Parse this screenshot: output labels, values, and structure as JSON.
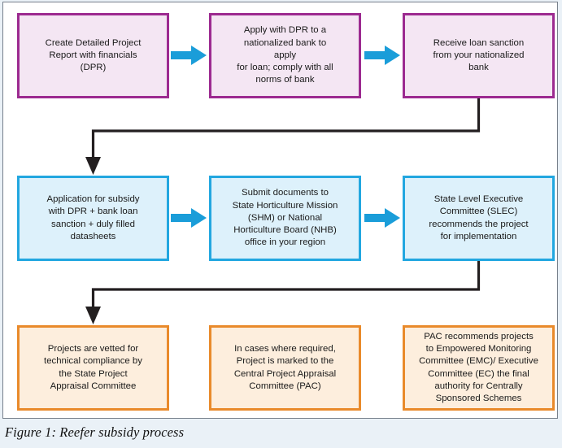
{
  "figure": {
    "caption": "Figure 1: Reefer subsidy process",
    "frame_border_color": "#77808c",
    "page_background": "#eaf1f7",
    "canvas_background": "#ffffff"
  },
  "palette": {
    "purple_border": "#9c2a90",
    "purple_fill": "#f4e6f3",
    "blue_border": "#22a7e0",
    "blue_fill": "#ddf1fb",
    "orange_border": "#e98a2b",
    "orange_fill": "#fdeedd",
    "arrow_blue": "#1a9dd9",
    "connector_black": "#231f20"
  },
  "chart_data": {
    "type": "diagram",
    "title": "Figure 1: Reefer subsidy process",
    "flow_direction": "left-to-right, serpentine by row",
    "rows": [
      {
        "index": 1,
        "color_group": "purple",
        "nodes": [
          "Create Detailed Project\nReport with financials\n(DPR)",
          "Apply with DPR to a\nnationalized bank to\napply\nfor loan; comply with all\nnorms of bank",
          "Receive loan sanction\nfrom your nationalized\nbank"
        ]
      },
      {
        "index": 2,
        "color_group": "blue",
        "nodes": [
          "Application for subsidy\nwith DPR + bank loan\nsanction + duly filled\ndatasheets",
          "Submit documents to\nState Horticulture Mission\n(SHM) or National\nHorticulture Board (NHB)\noffice in your region",
          "State Level Executive\nCommittee (SLEC)\nrecommends the project\nfor implementation"
        ]
      },
      {
        "index": 3,
        "color_group": "orange",
        "nodes": [
          "Projects are vetted for\ntechnical compliance by\nthe State Project\nAppraisal Committee",
          "In cases where required,\nProject is marked to the\nCentral Project Appraisal\nCommittee (PAC)",
          "PAC recommends projects\nto Empowered Monitoring\nCommittee (EMC)/ Executive\nCommittee (EC) the final\nauthority for Centrally\nSponsored Schemes"
        ]
      }
    ],
    "edges": [
      {
        "from": "node-dpr",
        "to": "node-bank-apply",
        "style": "blue-block-arrow-right"
      },
      {
        "from": "node-bank-apply",
        "to": "node-loan-sanction",
        "style": "blue-block-arrow-right"
      },
      {
        "from": "node-loan-sanction",
        "to": "node-subsidy-app",
        "style": "black-elbow-down-left-down"
      },
      {
        "from": "node-subsidy-app",
        "to": "node-submit-docs",
        "style": "blue-block-arrow-right"
      },
      {
        "from": "node-submit-docs",
        "to": "node-slec",
        "style": "blue-block-arrow-right"
      },
      {
        "from": "node-slec",
        "to": "node-vetting",
        "style": "black-elbow-down-left-down"
      }
    ]
  },
  "nodes": {
    "dpr": "Create Detailed Project\nReport with financials\n(DPR)",
    "bank_apply": "Apply with DPR to a\nnationalized bank to\napply\nfor loan; comply with all\nnorms of bank",
    "loan_sanction": "Receive loan sanction\nfrom your nationalized\nbank",
    "subsidy_app": "Application for subsidy\nwith DPR + bank loan\nsanction + duly filled\ndatasheets",
    "submit_docs": "Submit documents to\nState Horticulture Mission\n(SHM) or National\nHorticulture Board (NHB)\noffice in your region",
    "slec": "State Level Executive\nCommittee (SLEC)\nrecommends the project\nfor implementation",
    "vetting": "Projects are vetted for\ntechnical compliance by\nthe State Project\nAppraisal Committee",
    "pac_mark": "In cases where required,\nProject is marked to the\nCentral Project Appraisal\nCommittee (PAC)",
    "pac_recommend": "PAC recommends projects\nto Empowered Monitoring\nCommittee (EMC)/ Executive\nCommittee (EC) the final\nauthority for Centrally\nSponsored Schemes"
  }
}
